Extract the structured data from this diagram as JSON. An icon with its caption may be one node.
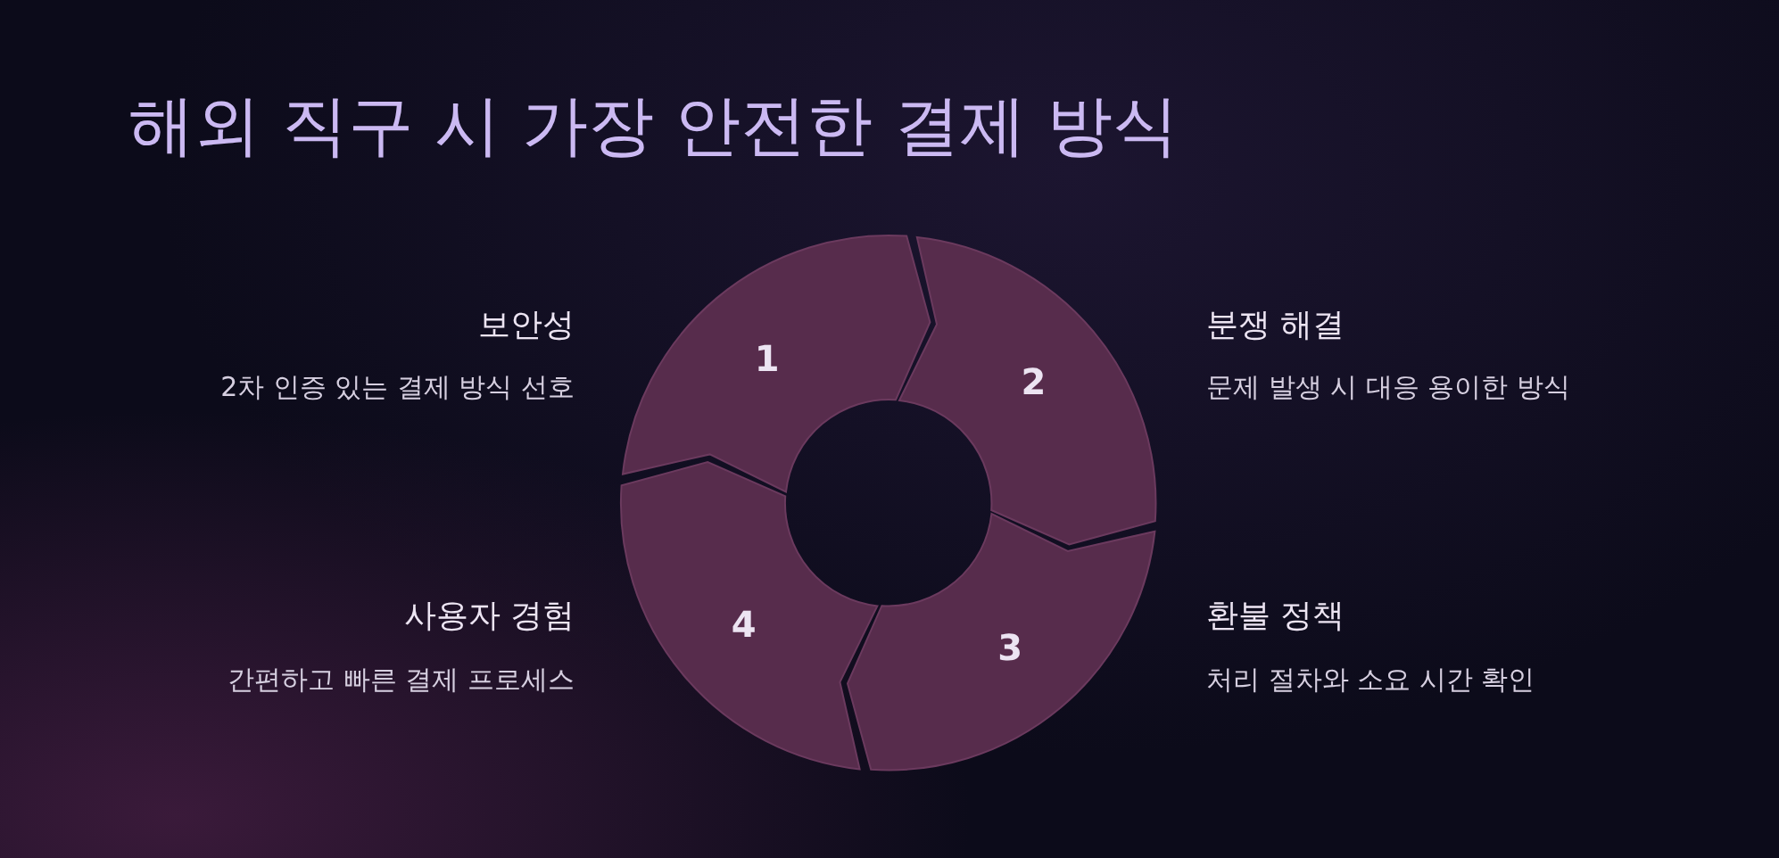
{
  "diagram": {
    "title": "해외 직구 시 가장 안전한 결제 방식",
    "nodes": [
      {
        "text": [
          "1"
        ]
      },
      {
        "text": [
          "2"
        ]
      },
      {
        "text": [
          "3"
        ]
      },
      {
        "text": [
          "4"
        ]
      }
    ],
    "labels": [
      "보안성",
      "2차 인증 있는 결제 방식 선호",
      "분쟁 해결",
      "문제 발생 시 대응 용이한 방식",
      "사용자 경험",
      "간편하고 빠른 결제 프로세스",
      "환불 정책",
      "처리 절차와 소요 시간 확인"
    ]
  }
}
